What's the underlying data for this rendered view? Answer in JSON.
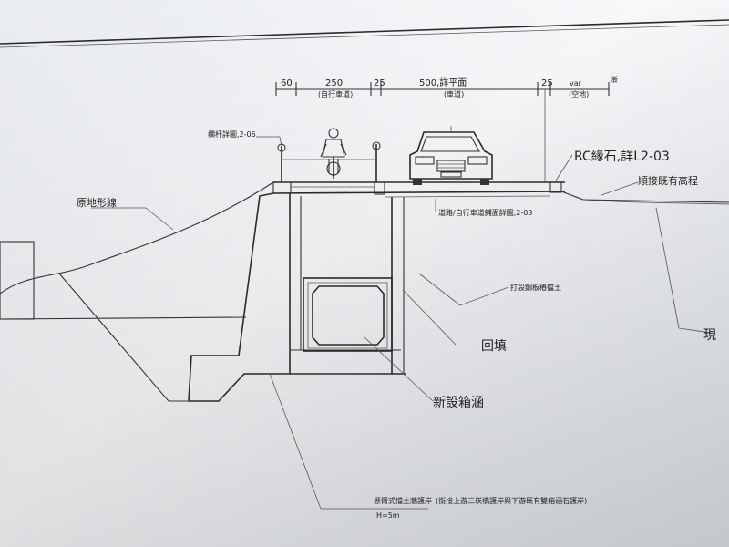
{
  "dimensions": {
    "d1": "60",
    "d2": "250",
    "d2_sub": "(自行車道)",
    "d3": "25",
    "d4": "500,詳平面",
    "d4_sub": "(車道)",
    "d5": "25",
    "d6": "var",
    "d6_sub": "(空地)",
    "d7": "漸"
  },
  "labels": {
    "railing": "欄杆詳圖,2-06",
    "rc_curb": "RC緣石,詳L2-03",
    "connect_existing": "順接既有高程",
    "original_ground": "原地形線",
    "pavement": "道路/自行車道鋪面詳圖,2-03",
    "sheet_pile": "打設鋼板樁擋土",
    "backfill": "回填",
    "new_box_culvert": "新設箱涵",
    "retaining_wall": "懸臂式擋土牆護岸",
    "retaining_note": "(銜接上游三崁橋護岸與下游既有雙箱涵石護岸)",
    "wall_height": "H=5m",
    "edge_text": "現"
  },
  "colors": {
    "paper": "#f4f6f9",
    "line": "#2a2a2a",
    "background": "#8e9296"
  }
}
